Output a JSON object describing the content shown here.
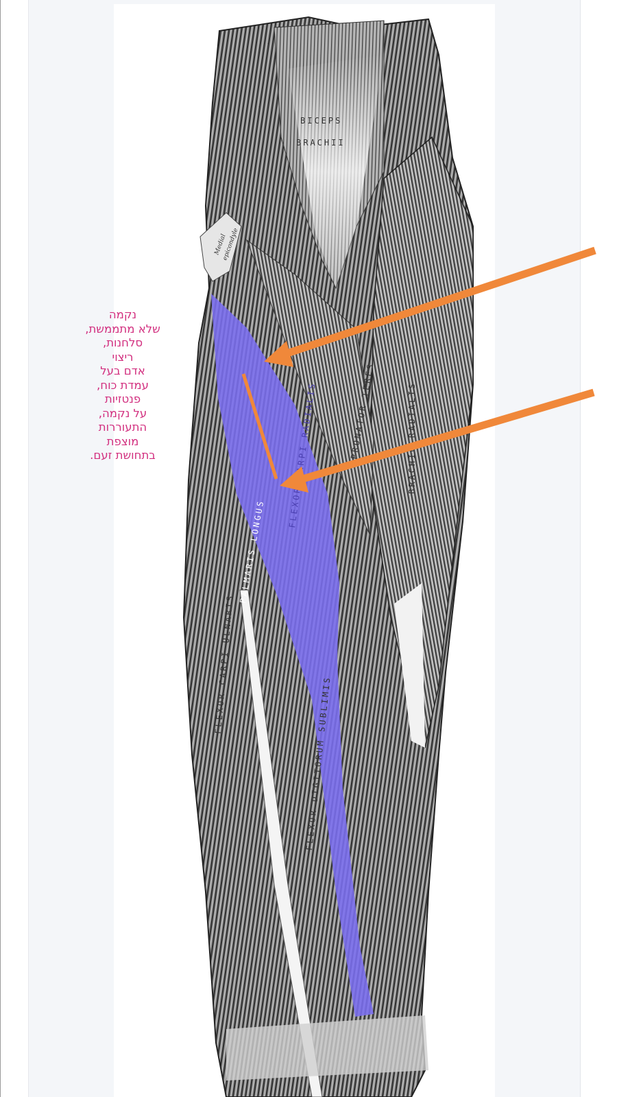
{
  "annotation": {
    "lines": [
      "נקמה",
      "שלא מתממשת,",
      "סלחנות,",
      "ריצוי",
      "אדם בעל",
      "עמדת כוח,",
      "פנטזיות",
      "על נקמה,",
      "התעוררות",
      "מוצפת",
      "בתחושת זעם."
    ],
    "color": "#d22f7f"
  },
  "illustration": {
    "labels": {
      "biceps_1": "BICEPS",
      "biceps_2": "BRACHII",
      "epicondyle_1": "Medial",
      "epicondyle_2": "epicondyle",
      "pronator": "PRONATOR TERES",
      "fcr": "FLEXOR CARPI RADIALIS",
      "brachio": "BRACHIO-RADIALIS",
      "palmaris": "PALMARIS LONGUS",
      "fcu": "FLEXOR CARPI ULNARIS",
      "fds": "FLEXOR DIGITORUM SUBLIMIS"
    },
    "highlight_color": "#7b6ef0",
    "arrow_color": "#f0883a"
  }
}
